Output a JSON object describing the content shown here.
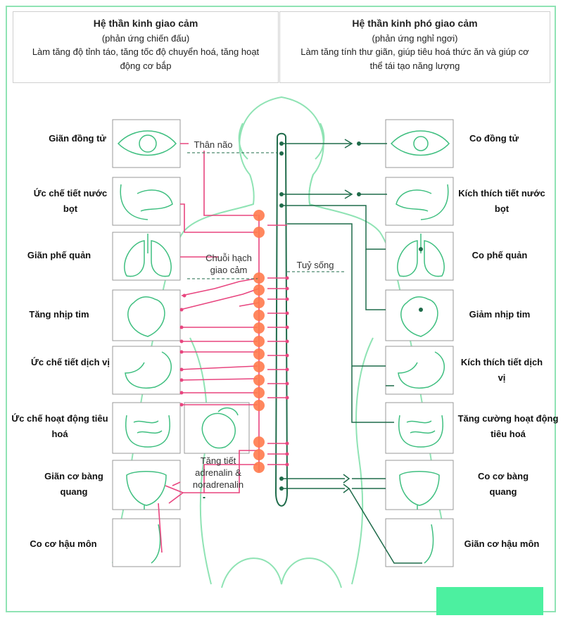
{
  "sympathetic": {
    "title": "Hệ thần kinh giao cảm",
    "subtitle": "(phản ứng chiến đấu)",
    "description": "Làm tăng độ tỉnh táo, tăng tốc độ chuyển hoá, tăng hoạt động cơ bắp",
    "effects": [
      "Giãn đồng tử",
      "Ức chế tiết nước bọt",
      "Giãn phế quản",
      "Tăng nhịp tim",
      "Ức chế tiết dịch vị",
      "Ức chế hoạt động tiêu hoá",
      "Giãn cơ bàng quang",
      "Co cơ hậu môn"
    ]
  },
  "parasympathetic": {
    "title": "Hệ thần kinh phó giao cảm",
    "subtitle": "(phản ứng nghỉ ngơi)",
    "description": "Làm tăng tính thư giãn, giúp tiêu hoá thức ăn và giúp cơ thể tái tạo năng lượng",
    "effects": [
      "Co đồng tử",
      "Kích thích tiết nước bọt",
      "Co phế quản",
      "Giảm nhịp tim",
      "Kích thích tiết dịch vị",
      "Tăng cường hoạt động tiêu hoá",
      "Co cơ bàng quang",
      "Giãn cơ hậu môn"
    ]
  },
  "labels": {
    "brainstem": "Thân não",
    "ganglion_chain": "Chuỗi hạch giao cảm",
    "spinal_cord": "Tuỷ sống",
    "adrenal": "Tăng tiết adrenalin & noradrenalin"
  },
  "colors": {
    "sympathetic": "#e8457f",
    "ganglion": "#ff7a4d",
    "parasympathetic": "#1f6b4a",
    "body_outline": "#8fe3b4",
    "accent_bar": "#4cf0a0"
  }
}
